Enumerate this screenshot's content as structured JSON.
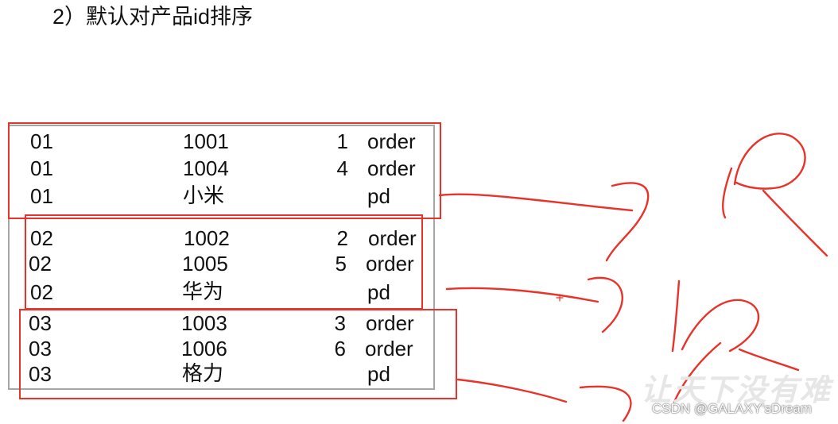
{
  "heading": "2）默认对产品id排序",
  "groups": [
    {
      "rows": [
        {
          "pid": "01",
          "key": "1001",
          "num": "1",
          "tag": "order"
        },
        {
          "pid": "01",
          "key": "1004",
          "num": "4",
          "tag": "order"
        },
        {
          "pid": "01",
          "key": "小米",
          "num": "",
          "tag": "pd"
        }
      ]
    },
    {
      "rows": [
        {
          "pid": "02",
          "key": "1002",
          "num": "2",
          "tag": "order"
        },
        {
          "pid": "02",
          "key": "1005",
          "num": "5",
          "tag": "order"
        },
        {
          "pid": "02",
          "key": "华为",
          "num": "",
          "tag": "pd"
        }
      ]
    },
    {
      "rows": [
        {
          "pid": "03",
          "key": "1003",
          "num": "3",
          "tag": "order"
        },
        {
          "pid": "03",
          "key": "1006",
          "num": "6",
          "tag": "order"
        },
        {
          "pid": "03",
          "key": "格力",
          "num": "",
          "tag": "pd"
        }
      ]
    }
  ],
  "watermark": "让天下没有难",
  "credit": "CSDN @GALAXY'sDream",
  "colors": {
    "annotation": "#e8332a",
    "frame": "#a6a6a6",
    "text": "#111111"
  }
}
